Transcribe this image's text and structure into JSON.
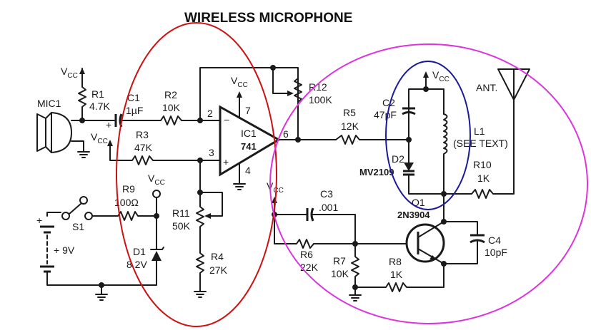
{
  "title": "WIRELESS MICROPHONE",
  "supply_label": "V",
  "supply_sub": "CC",
  "components": {
    "mic1": "MIC1",
    "r1": {
      "ref": "R1",
      "value": "4.7K"
    },
    "c1": {
      "ref": "C1",
      "value": "1µF"
    },
    "r2": {
      "ref": "R2",
      "value": "10K"
    },
    "r3": {
      "ref": "R3",
      "value": "47K"
    },
    "ic1": {
      "ref": "IC1",
      "value": "741",
      "pins": {
        "inv": "2",
        "noninv": "3",
        "vplus": "7",
        "gnd": "4",
        "out": "6"
      }
    },
    "r12": {
      "ref": "R12",
      "value": "100K"
    },
    "r5": {
      "ref": "R5",
      "value": "12K"
    },
    "c2": {
      "ref": "C2",
      "value": "47pF"
    },
    "d2": {
      "ref": "D2",
      "value": "MV2109"
    },
    "l1": {
      "ref": "L1",
      "value": "(SEE TEXT)"
    },
    "ant": "ANT.",
    "r10": {
      "ref": "R10",
      "value": "1K"
    },
    "q1": {
      "ref": "Q1",
      "value": "2N3904"
    },
    "c3": {
      "ref": "C3",
      "value": ".001"
    },
    "c4": {
      "ref": "C4",
      "value": "10pF"
    },
    "r6": {
      "ref": "R6",
      "value": "22K"
    },
    "r7": {
      "ref": "R7",
      "value": "10K"
    },
    "r8": {
      "ref": "R8",
      "value": "1K"
    },
    "r9": {
      "ref": "R9",
      "value": "100Ω"
    },
    "s1": "S1",
    "battery": {
      "polarity": "+",
      "value": "+ 9V"
    },
    "d1": {
      "ref": "D1",
      "value": "8.2V"
    },
    "r11": {
      "ref": "R11",
      "value": "50K"
    },
    "r4": {
      "ref": "R4",
      "value": "27K"
    }
  },
  "annotations": {
    "red_ellipse_color": "#cc1111",
    "magenta_ellipse_color": "#dd33dd",
    "blue_ellipse_color": "#1a1a99"
  }
}
